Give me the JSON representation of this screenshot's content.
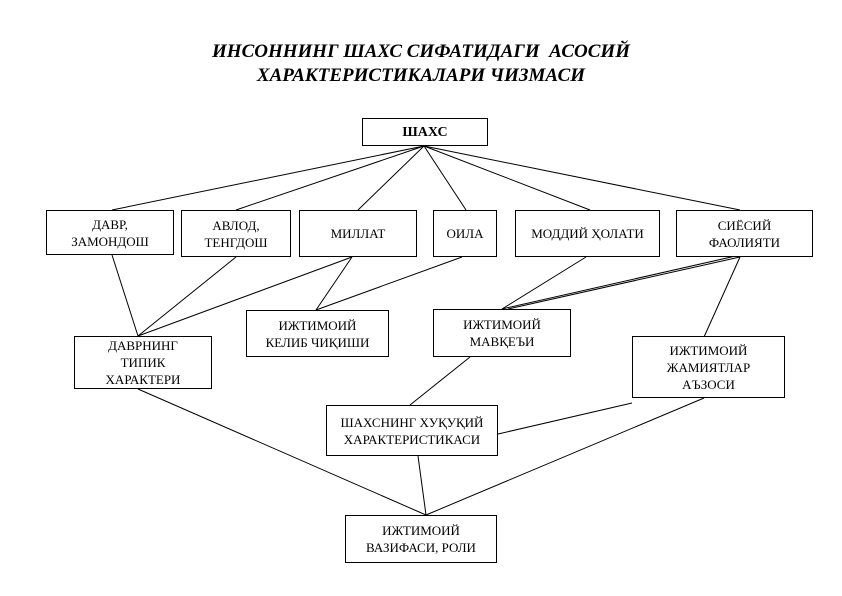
{
  "title": {
    "line1": "ИНСОННИНГ ШАХС СИФАТИДАГИ  АСОСИЙ",
    "line2": "ХАРАКТЕРИСТИКАЛАРИ ЧИЗМАСИ"
  },
  "nodes": {
    "shakhs": {
      "lines": [
        "ШАХС"
      ]
    },
    "davr": {
      "lines": [
        "ДАВР,",
        "ЗАМОНДОШ"
      ]
    },
    "avlod": {
      "lines": [
        "АВЛОД,",
        "ТЕНГДОШ"
      ]
    },
    "millat": {
      "lines": [
        "МИЛЛАТ"
      ]
    },
    "oila": {
      "lines": [
        "ОИЛА"
      ]
    },
    "moddiy": {
      "lines": [
        "МОДДИЙ ҲОЛАТИ"
      ]
    },
    "siyosiy": {
      "lines": [
        "СИЁСИЙ",
        "ФАОЛИЯТИ"
      ]
    },
    "ijtimoiy_kelib": {
      "lines": [
        "ИЖТИМОИЙ",
        "КЕЛИБ ЧИҚИШИ"
      ]
    },
    "ijtimoiy_mavqe": {
      "lines": [
        "ИЖТИМОИЙ",
        "МАВҚЕЪИ"
      ]
    },
    "davrning": {
      "lines": [
        "ДАВРНИНГ",
        "ТИПИК",
        "ХАРАКТЕРИ"
      ]
    },
    "ijtimoiy_jamiyat": {
      "lines": [
        "ИЖТИМОИЙ",
        "ЖАМИЯТЛАР",
        "АЪЗОСИ"
      ]
    },
    "huquqiy": {
      "lines": [
        "ШАХСНИНГ ХУҚУҚИЙ",
        "ХАРАКТЕРИСТИКАСИ"
      ]
    },
    "vazifa": {
      "lines": [
        "ИЖТИМОИЙ",
        "ВАЗИФАСИ, РОЛИ"
      ]
    }
  },
  "edges": [
    [
      "shakhs",
      "davr"
    ],
    [
      "shakhs",
      "avlod"
    ],
    [
      "shakhs",
      "millat"
    ],
    [
      "shakhs",
      "oila"
    ],
    [
      "shakhs",
      "moddiy"
    ],
    [
      "shakhs",
      "siyosiy"
    ],
    [
      "davr",
      "davrning"
    ],
    [
      "avlod",
      "davrning"
    ],
    [
      "millat",
      "davrning"
    ],
    [
      "millat",
      "ijtimoiy_kelib"
    ],
    [
      "oila",
      "ijtimoiy_kelib"
    ],
    [
      "moddiy",
      "ijtimoiy_mavqe"
    ],
    [
      "siyosiy",
      "ijtimoiy_mavqe"
    ],
    [
      "siyosiy",
      "ijtimoiy_jamiyat"
    ],
    [
      "ijtimoiy_mavqe",
      "huquqiy"
    ],
    [
      "ijtimoiy_jamiyat",
      "huquqiy"
    ],
    [
      "huquqiy",
      "vazifa"
    ],
    [
      "davrning",
      "vazifa"
    ],
    [
      "ijtimoiy_jamiyat",
      "vazifa"
    ]
  ]
}
